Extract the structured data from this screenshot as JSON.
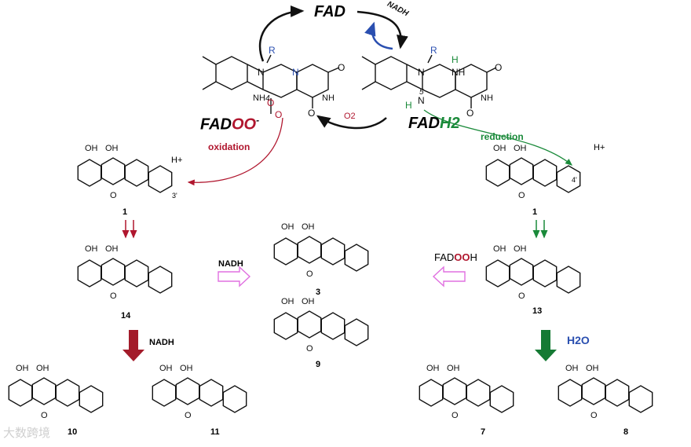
{
  "title_fad": "FAD",
  "nadh_top": "NADH",
  "fadh2_label": {
    "a": "FAD",
    "b": "H2"
  },
  "fadoo_label": {
    "a": "FAD",
    "b": "OO",
    "c": "-"
  },
  "o2_label": "O2",
  "oxidation_label": "oxidation",
  "reduction_label": "reduction",
  "fad_atoms": {
    "R": "R",
    "N": "N",
    "NH": "NH",
    "O": "O",
    "H": "H",
    "num4": "4",
    "num5": "5",
    "num3": "3'",
    "num4p": "4'"
  },
  "fadooh_label": {
    "a": "FAD",
    "b": "OO",
    "c": "H"
  },
  "nadh_mid": "NADH",
  "nadh_left": "NADH",
  "h2o_label": "H2O",
  "compounds": {
    "c1_left": "1",
    "c1_right": "1",
    "c14": "14",
    "c13": "13",
    "c3": "3",
    "c9": "9",
    "c10": "10",
    "c11": "11",
    "c7": "7",
    "c8": "8"
  },
  "hplus": "H+",
  "watermark": "大数跨境",
  "colors": {
    "red": "#b0162e",
    "green": "#1a8a3a",
    "blue": "#2a4fb0",
    "pink": "#e070e0",
    "black": "#111111"
  }
}
